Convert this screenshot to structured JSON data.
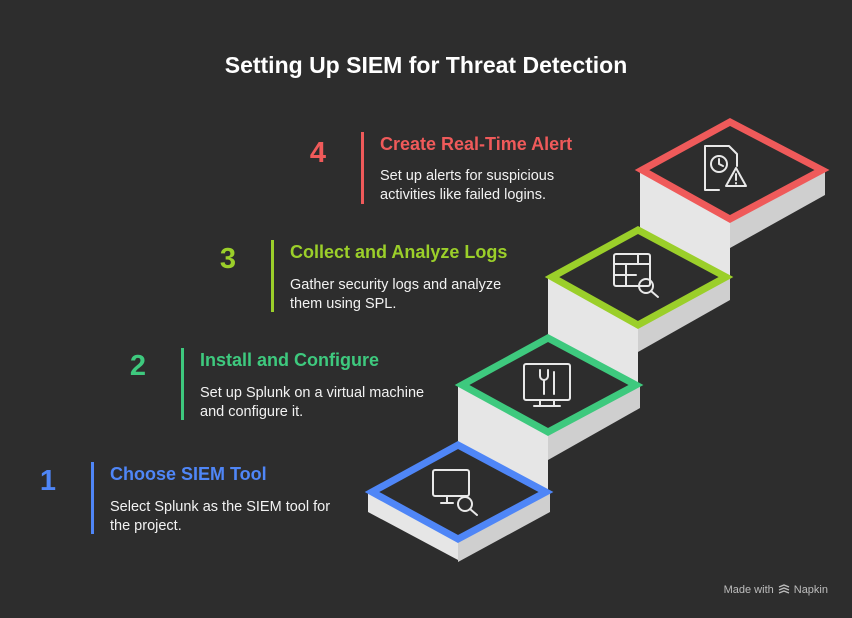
{
  "title": "Setting Up SIEM for Threat Detection",
  "steps": [
    {
      "number": "1",
      "heading": "Choose SIEM Tool",
      "description": "Select Splunk as the SIEM tool for the project.",
      "color": "#4f86f7",
      "icon": "monitor-search-icon"
    },
    {
      "number": "2",
      "heading": "Install and Configure",
      "description": "Set up Splunk on a virtual machine and configure it.",
      "color": "#3ec97e",
      "icon": "monitor-tools-icon"
    },
    {
      "number": "3",
      "heading": "Collect and Analyze Logs",
      "description": "Gather security logs and analyze them using SPL.",
      "color": "#9bcf2a",
      "icon": "table-search-icon"
    },
    {
      "number": "4",
      "heading": "Create Real-Time Alert",
      "description": "Set up alerts for suspicious activities like failed logins.",
      "color": "#ef5a5a",
      "icon": "document-clock-alert-icon"
    }
  ],
  "footer": {
    "made_with": "Made with",
    "brand": "Napkin"
  }
}
